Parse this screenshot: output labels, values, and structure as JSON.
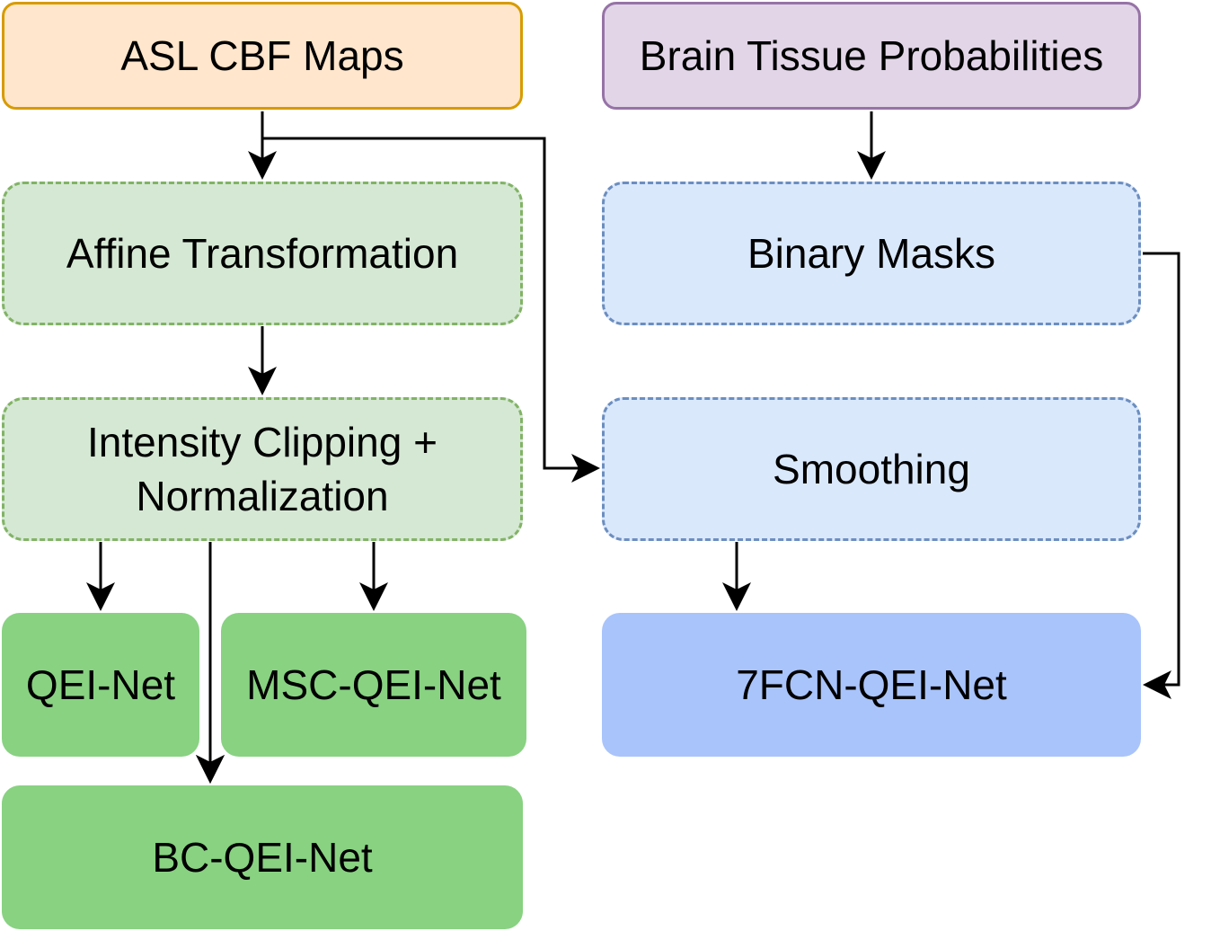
{
  "nodes": {
    "asl_cbf_maps": "ASL CBF Maps",
    "brain_tissue_probabilities": "Brain Tissue Probabilities",
    "affine_transformation": "Affine Transformation",
    "binary_masks": "Binary Masks",
    "intensity_clipping_normalization": "Intensity Clipping +\nNormalization",
    "smoothing": "Smoothing",
    "qei_net": "QEI-Net",
    "msc_qei_net": "MSC-QEI-Net",
    "fcn_qei_net": "7FCN-QEI-Net",
    "bc_qei_net": "BC-QEI-Net"
  },
  "colors": {
    "input_orange_fill": "#ffe6cc",
    "input_orange_stroke": "#d79b00",
    "input_purple_fill": "#e1d5e7",
    "input_purple_stroke": "#9673a6",
    "preprocess_green_fill": "#d5e8d4",
    "preprocess_green_stroke": "#82b366",
    "preprocess_blue_fill": "#dae8fc",
    "preprocess_blue_stroke": "#6c8ebf",
    "model_green_fill": "#88d282",
    "model_blue_fill": "#a9c4fb",
    "edge_color": "#000000"
  }
}
